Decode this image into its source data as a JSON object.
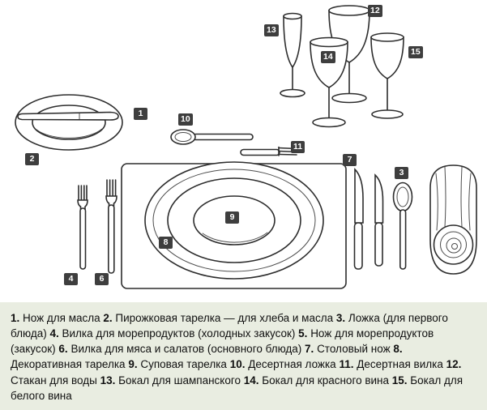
{
  "colors": {
    "badge_bg": "#3e3e3e",
    "legend_bg": "#e9ede1",
    "line_color": "#2d2d2d",
    "text_color": "#101010"
  },
  "diagram": {
    "description": "table-setting-diagram",
    "badges": [
      {
        "num": "1"
      },
      {
        "num": "2"
      },
      {
        "num": "10"
      },
      {
        "num": "11"
      },
      {
        "num": "13"
      },
      {
        "num": "12"
      },
      {
        "num": "14"
      },
      {
        "num": "15"
      },
      {
        "num": "7"
      },
      {
        "num": "3"
      },
      {
        "num": "8"
      },
      {
        "num": "9"
      },
      {
        "num": "4"
      },
      {
        "num": "6"
      }
    ]
  },
  "legend": {
    "items": [
      {
        "num": "1.",
        "text": "Нож для масла"
      },
      {
        "num": "2.",
        "text": "Пирожковая тарелка — для хлеба и масла"
      },
      {
        "num": "3.",
        "text": "Ложка (для первого блюда)"
      },
      {
        "num": "4.",
        "text": "Вилка для морепродуктов (холодных закусок)"
      },
      {
        "num": "5.",
        "text": "Нож для морепродуктов (закусок)"
      },
      {
        "num": "6.",
        "text": "Вилка для мяса и салатов (основного блюда)"
      },
      {
        "num": "7.",
        "text": "Столовый нож"
      },
      {
        "num": "8.",
        "text": "Декоративная тарелка"
      },
      {
        "num": "9.",
        "text": "Суповая тарелка"
      },
      {
        "num": "10.",
        "text": "Десертная ложка"
      },
      {
        "num": "11.",
        "text": "Десертная вилка"
      },
      {
        "num": "12.",
        "text": "Стакан для воды"
      },
      {
        "num": "13.",
        "text": "Бокал для шампанского"
      },
      {
        "num": "14.",
        "text": "Бокал для красного вина"
      },
      {
        "num": "15.",
        "text": "Бокал для белого вина"
      }
    ]
  }
}
